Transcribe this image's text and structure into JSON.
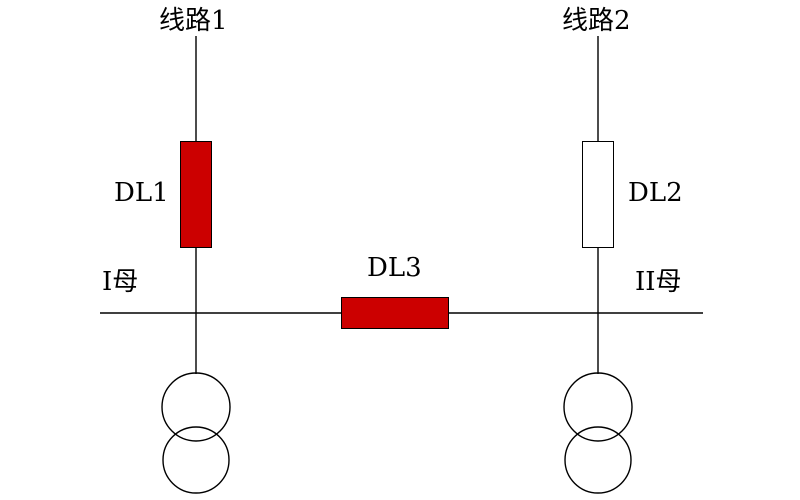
{
  "diagram": {
    "type": "power-system-single-line-diagram",
    "labels": {
      "line1": "线路1",
      "line2": "线路2",
      "breaker1": "DL1",
      "breaker2": "DL2",
      "breaker3": "DL3",
      "bus1": "I母",
      "bus2": "II母"
    },
    "breakers": [
      {
        "id": "DL1",
        "state": "closed",
        "orientation": "vertical"
      },
      {
        "id": "DL2",
        "state": "open",
        "orientation": "vertical"
      },
      {
        "id": "DL3",
        "state": "closed",
        "orientation": "horizontal"
      }
    ],
    "colors": {
      "breaker_closed_fill": "#cc0000",
      "breaker_open_fill": "#ffffff",
      "line_color": "#000000",
      "background": "#ffffff"
    }
  }
}
